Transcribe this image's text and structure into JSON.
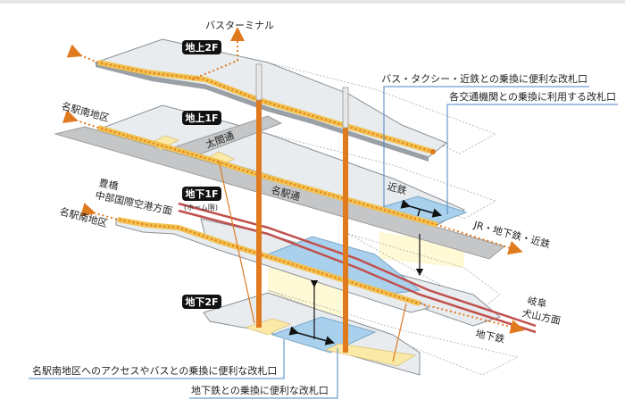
{
  "floors": {
    "f2": "地上2F",
    "f1": "地上1F",
    "b1": "地下1F",
    "b1_sub": "(ホーム階)",
    "b2": "地下2F"
  },
  "places": {
    "bus_terminal": "バスターミナル",
    "meieki_south_1f": "名駅南地区",
    "taiko_dori": "太閤通",
    "meieki_dori": "名駅通",
    "toyohashi": "豊橋",
    "centrair": "中部国際空港方面",
    "meieki_south_b1": "名駅南地区",
    "kintetsu": "近鉄",
    "jr_subway_kintetsu": "JR・地下鉄・近鉄",
    "gifu": "岐阜",
    "inuyama": "犬山方面",
    "subway": "地下鉄"
  },
  "callouts": {
    "bus_taxi_gate": "バス・タクシー・近鉄との乗換に便利な改札口",
    "all_transport_gate": "各交通機関との乗換に利用する改札口",
    "south_access_gate": "名駅南地区へのアクセスやバスとの乗換に便利な改札口",
    "subway_gate": "地下鉄との乗換に便利な改札口"
  },
  "colors": {
    "walkway": "#f2c14e",
    "route_arrow": "#e07a1f",
    "gate_area": "#a9d0ec",
    "track": "#c0504d",
    "callout_line": "#4a86c5"
  }
}
